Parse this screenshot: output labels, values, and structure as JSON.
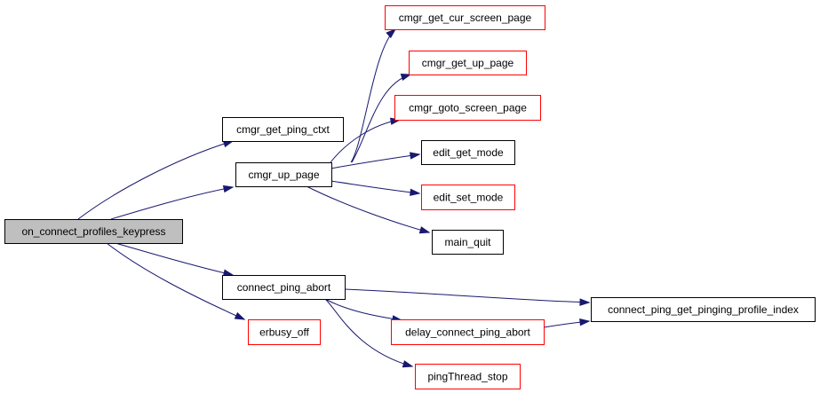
{
  "colors": {
    "edge": "#191970",
    "black_border": "#000000",
    "red_border": "#ff0000",
    "root_fill": "#bfbfbf"
  },
  "nodes": {
    "root": {
      "label": "on_connect_profiles_keypress",
      "border": "black",
      "root": true
    },
    "cmgr_get_ping_ctxt": {
      "label": "cmgr_get_ping_ctxt",
      "border": "black"
    },
    "cmgr_up_page": {
      "label": "cmgr_up_page",
      "border": "black"
    },
    "connect_ping_abort": {
      "label": "connect_ping_abort",
      "border": "black"
    },
    "erbusy_off": {
      "label": "erbusy_off",
      "border": "red"
    },
    "cmgr_get_cur_screen_page": {
      "label": "cmgr_get_cur_screen_page",
      "border": "red"
    },
    "cmgr_get_up_page": {
      "label": "cmgr_get_up_page",
      "border": "red"
    },
    "cmgr_goto_screen_page": {
      "label": "cmgr_goto_screen_page",
      "border": "red"
    },
    "edit_get_mode": {
      "label": "edit_get_mode",
      "border": "black"
    },
    "edit_set_mode": {
      "label": "edit_set_mode",
      "border": "red"
    },
    "main_quit": {
      "label": "main_quit",
      "border": "black"
    },
    "connect_ping_get_pinging_profile_index": {
      "label": "connect_ping_get_pinging_profile_index",
      "border": "black"
    },
    "delay_connect_ping_abort": {
      "label": "delay_connect_ping_abort",
      "border": "red"
    },
    "pingThread_stop": {
      "label": "pingThread_stop",
      "border": "red"
    }
  },
  "edges": [
    {
      "from": "root",
      "to": "cmgr_get_ping_ctxt"
    },
    {
      "from": "root",
      "to": "cmgr_up_page"
    },
    {
      "from": "root",
      "to": "connect_ping_abort"
    },
    {
      "from": "root",
      "to": "erbusy_off"
    },
    {
      "from": "cmgr_up_page",
      "to": "cmgr_get_cur_screen_page"
    },
    {
      "from": "cmgr_up_page",
      "to": "cmgr_get_up_page"
    },
    {
      "from": "cmgr_up_page",
      "to": "cmgr_goto_screen_page"
    },
    {
      "from": "cmgr_up_page",
      "to": "edit_get_mode"
    },
    {
      "from": "cmgr_up_page",
      "to": "edit_set_mode"
    },
    {
      "from": "cmgr_up_page",
      "to": "main_quit"
    },
    {
      "from": "connect_ping_abort",
      "to": "connect_ping_get_pinging_profile_index"
    },
    {
      "from": "connect_ping_abort",
      "to": "delay_connect_ping_abort"
    },
    {
      "from": "connect_ping_abort",
      "to": "pingThread_stop"
    },
    {
      "from": "delay_connect_ping_abort",
      "to": "connect_ping_get_pinging_profile_index"
    }
  ]
}
